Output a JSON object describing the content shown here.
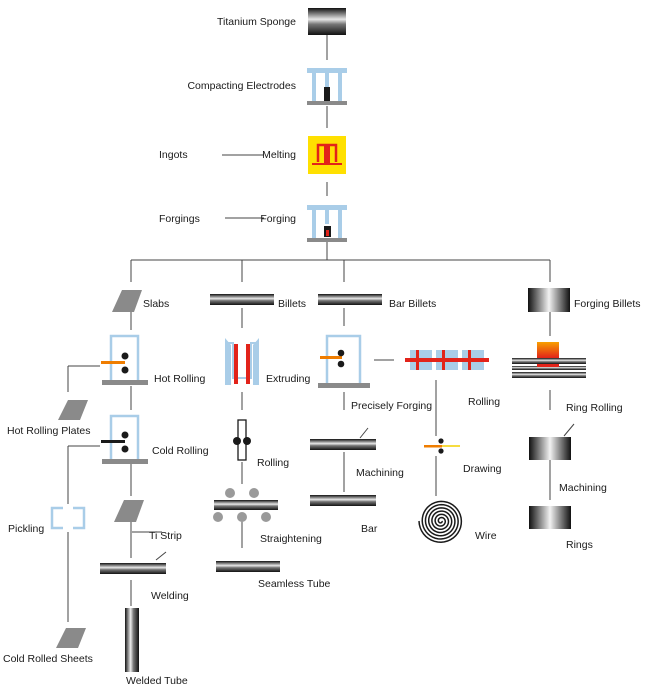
{
  "colors": {
    "line": "#444444",
    "frame_blue": "#a9cde8",
    "bar_dark": "#1a1a1a",
    "plate_gray": "#8a8a8a",
    "melt_yellow": "#ffe000",
    "melt_red": "#e2231a",
    "hot_orange": "#ef7d00",
    "feed_yellow": "#f4d000"
  },
  "labels": {
    "titanium_sponge": "Titanium Sponge",
    "compacting_electrodes": "Compacting Electrodes",
    "ingots": "Ingots",
    "melting": "Melting",
    "forgings": "Forgings",
    "forging": "Forging",
    "slabs": "Slabs",
    "billets": "Billets",
    "bar_billets": "Bar Billets",
    "forging_billets": "Forging Billets",
    "hot_rolling": "Hot Rolling",
    "extruding": "Extruding",
    "precisely_forging": "Precisely Forging",
    "rolling_bar": "Rolling",
    "ring_rolling": "Ring Rolling",
    "hot_rolling_plates": "Hot Rolling Plates",
    "cold_rolling": "Cold Rolling",
    "rolling_tube": "Rolling",
    "machining_bar": "Machining",
    "drawing": "Drawing",
    "machining_ring": "Machining",
    "pickling": "Pickling",
    "ti_strip": "Ti Strip",
    "straightening": "Straightening",
    "bar": "Bar",
    "wire": "Wire",
    "rings": "Rings",
    "welding": "Welding",
    "seamless_tube": "Seamless Tube",
    "cold_rolled_sheets": "Cold Rolled Sheets",
    "welded_tube": "Welded Tube"
  },
  "icons": [
    "titanium-sponge-icon",
    "compacting-electrodes-icon",
    "melting-furnace-icon",
    "forging-press-icon",
    "slab-icon",
    "billet-icon",
    "bar-billet-icon",
    "forging-billet-icon",
    "hot-rolling-mill-icon",
    "extruding-die-icon",
    "precise-forging-press-icon",
    "bar-rolling-dies-icon",
    "ring-rolling-icon",
    "hot-rolling-plate-icon",
    "cold-rolling-mill-icon",
    "tube-rolling-icon",
    "machined-bar-icon",
    "wire-drawing-icon",
    "machined-ring-icon",
    "pickling-tank-icon",
    "ti-strip-icon",
    "straightening-rolls-icon",
    "bar-icon",
    "wire-coil-icon",
    "ring-icon",
    "welding-strip-icon",
    "seamless-tube-icon",
    "cold-rolled-sheet-icon",
    "welded-tube-icon"
  ]
}
